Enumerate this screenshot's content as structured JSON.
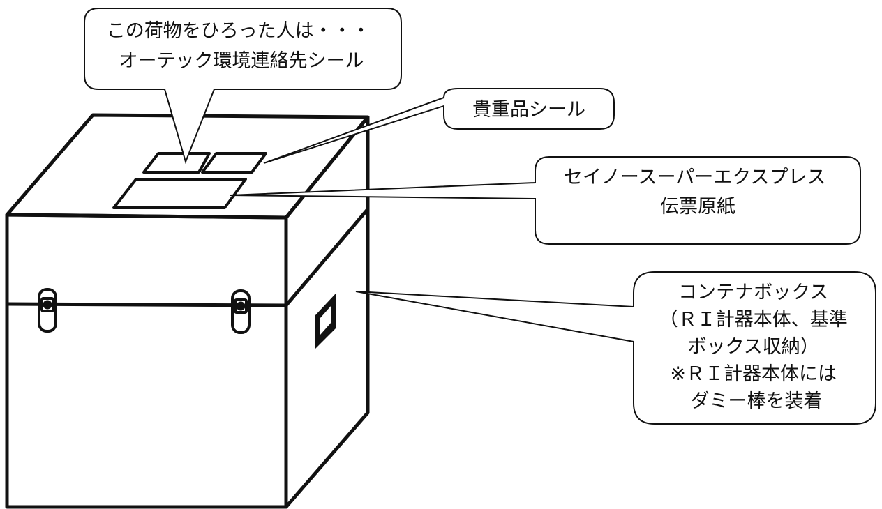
{
  "colors": {
    "line": "#111111",
    "background": "#ffffff"
  },
  "callouts": {
    "lost_label": {
      "lines": [
        "この荷物をひろった人は・・・",
        "オーテック環境連絡先シール"
      ]
    },
    "valuables": {
      "lines": [
        "貴重品シール"
      ]
    },
    "waybill": {
      "lines": [
        "セイノースーパーエクスプレス",
        "伝票原紙"
      ]
    },
    "container": {
      "lines": [
        "コンテナボックス",
        "（ＲＩ計器本体、基準",
        "ボックス収納）",
        "※ＲＩ計器本体には",
        "ダミー棒を装着"
      ]
    }
  }
}
